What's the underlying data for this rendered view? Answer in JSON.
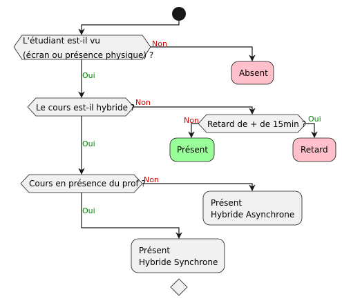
{
  "colors": {
    "decision_fill": "#f1f1f1",
    "default_fill": "#f1f1f1",
    "absent_fill": "#ffc0cb",
    "present_fill": "#99ff99",
    "retard_fill": "#ffc0cb",
    "yes_label": "#008000",
    "no_label": "#cc0000",
    "line": "#181818"
  },
  "decisions": {
    "d1": {
      "line1": "L'étudiant est-il vu",
      "line2": "(écran ou présence physique) ?"
    },
    "d2": {
      "text": "Le cours est-il hybride ?"
    },
    "d3": {
      "text": "Retard de + de 15min ?"
    },
    "d4": {
      "text": "Cours en présence du prof ?"
    }
  },
  "actions": {
    "absent": {
      "text": "Absent"
    },
    "present": {
      "text": "Présent"
    },
    "retard": {
      "text": "Retard"
    },
    "async": {
      "line1": "Présent",
      "line2": "Hybride Asynchrone"
    },
    "sync": {
      "line1": "Présent",
      "line2": "Hybride Synchrone"
    }
  },
  "edge_labels": {
    "d1_no": "Non",
    "d1_yes": "Oui",
    "d2_no": "Non",
    "d2_yes": "Oui",
    "d3_no": "Non",
    "d3_yes": "Oui",
    "d4_no": "Non",
    "d4_yes": "Oui"
  }
}
